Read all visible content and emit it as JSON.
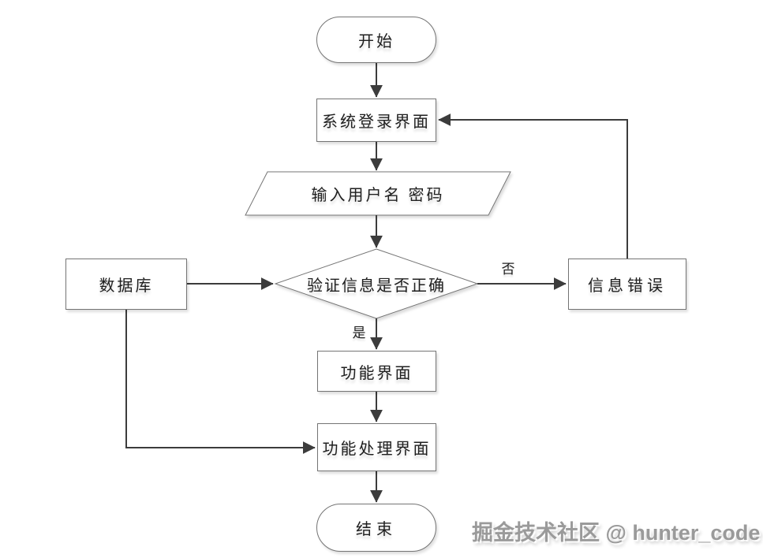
{
  "nodes": {
    "start": {
      "label": "开始",
      "shape": "stadium"
    },
    "login": {
      "label": "系统登录界面",
      "shape": "rect"
    },
    "input": {
      "label": "输入用户名 密码",
      "shape": "parallelogram"
    },
    "verify": {
      "label": "验证信息是否正确",
      "shape": "diamond"
    },
    "database": {
      "label": "数据库",
      "shape": "rect"
    },
    "error": {
      "label": "信息错误",
      "shape": "rect"
    },
    "function": {
      "label": "功能界面",
      "shape": "rect"
    },
    "process": {
      "label": "功能处理界面",
      "shape": "rect"
    },
    "end": {
      "label": "结束",
      "shape": "stadium"
    }
  },
  "edge_labels": {
    "yes": "是",
    "no": "否"
  },
  "edges": [
    {
      "from": "start",
      "to": "login"
    },
    {
      "from": "login",
      "to": "input"
    },
    {
      "from": "input",
      "to": "verify"
    },
    {
      "from": "verify",
      "to": "function",
      "label": "是"
    },
    {
      "from": "verify",
      "to": "error",
      "label": "否"
    },
    {
      "from": "database",
      "to": "verify"
    },
    {
      "from": "database",
      "to": "process"
    },
    {
      "from": "function",
      "to": "process"
    },
    {
      "from": "process",
      "to": "end"
    },
    {
      "from": "error",
      "to": "login"
    }
  ],
  "watermark": "掘金技术社区 @ hunter_code",
  "colors": {
    "background": "#ffffff",
    "connector_line": "#3c3c3c",
    "shape_border": "#747474",
    "shape_fill": "#ffffff",
    "text": "#1f1f1f",
    "watermark": "#9a9a9a"
  }
}
